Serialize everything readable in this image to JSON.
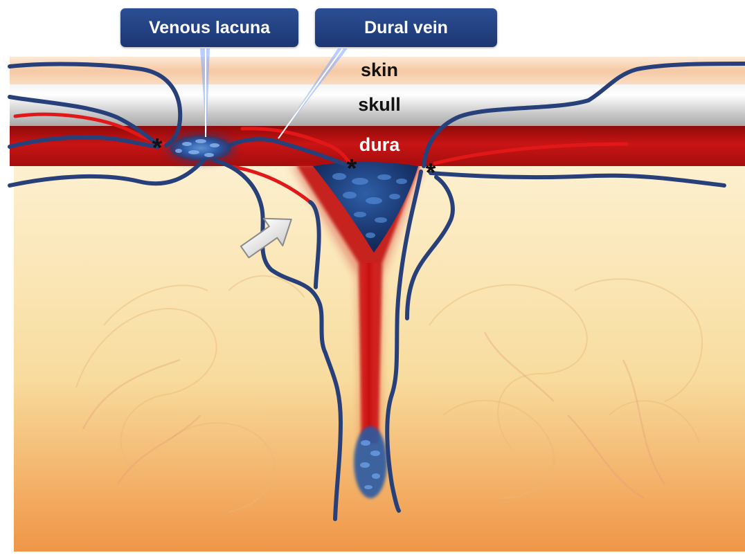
{
  "callouts": {
    "venous_lacuna": "Venous lacuna",
    "dural_vein": "Dural vein"
  },
  "layers": {
    "skin": "skin",
    "skull": "skull",
    "dura": "dura"
  },
  "markers": {
    "asterisk": "*"
  },
  "colors": {
    "callout_fill": "#1f3a78",
    "vein": "#27407a",
    "artery": "#e01515",
    "dura": "#b00f0f",
    "skull": "#c8c8c8",
    "skin": "#f6caa6",
    "brain": "#f7d79c"
  }
}
